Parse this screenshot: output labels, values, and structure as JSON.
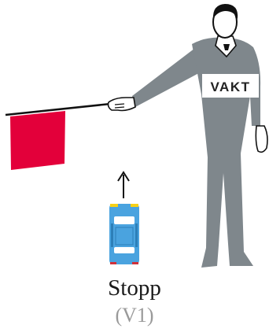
{
  "scene": {
    "badge_text": "VAKT",
    "flag_color": "#e3003a",
    "uniform_color": "#7f878c",
    "car_body_color": "#4aa3df",
    "car_light_color": "#f7d117",
    "icons": [
      "flagman-figure",
      "red-flag",
      "car-top-view",
      "direction-arrow-up"
    ]
  },
  "caption": {
    "title": "Stopp",
    "code": "(V1)"
  }
}
